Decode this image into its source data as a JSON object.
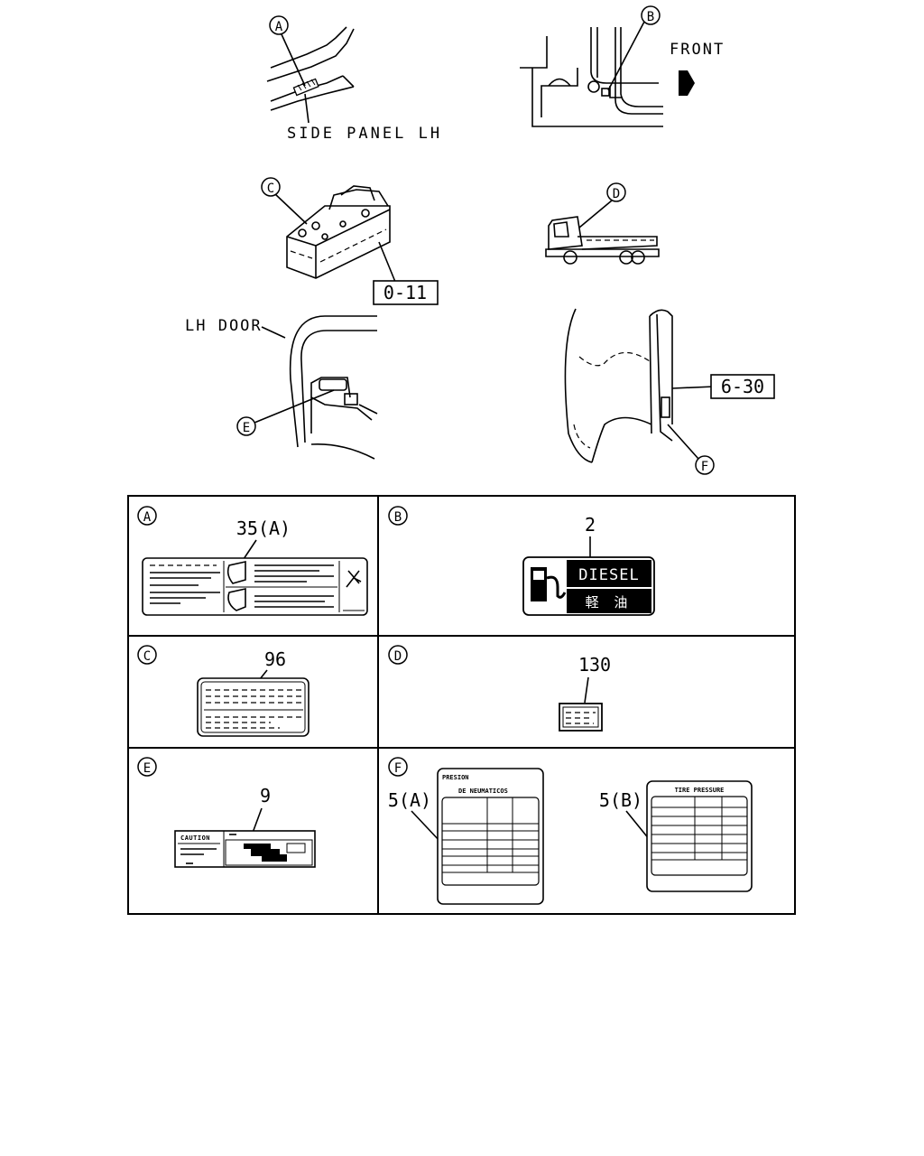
{
  "callouts": {
    "a": "A",
    "b": "B",
    "c": "C",
    "d": "D",
    "e": "E",
    "f": "F"
  },
  "overview": {
    "side_panel_label": "SIDE PANEL LH",
    "front_label": "FRONT",
    "lh_door_label": "LH DOOR",
    "ref_box_battery": "0-11",
    "ref_box_pillar": "6-30"
  },
  "panels": {
    "a": {
      "part_no": "35(A)"
    },
    "b": {
      "part_no": "2",
      "label_text": "DIESEL",
      "label_sub": "軽 油"
    },
    "c": {
      "part_no": "96"
    },
    "d": {
      "part_no": "130"
    },
    "e": {
      "part_no": "9",
      "label_text": "CAUTION"
    },
    "f": {
      "part_no_a": "5(A)",
      "label_a_line1": "PRESION",
      "label_a_line2": "DE NEUMATICOS",
      "part_no_b": "5(B)",
      "label_b_title": "TIRE PRESSURE"
    }
  }
}
